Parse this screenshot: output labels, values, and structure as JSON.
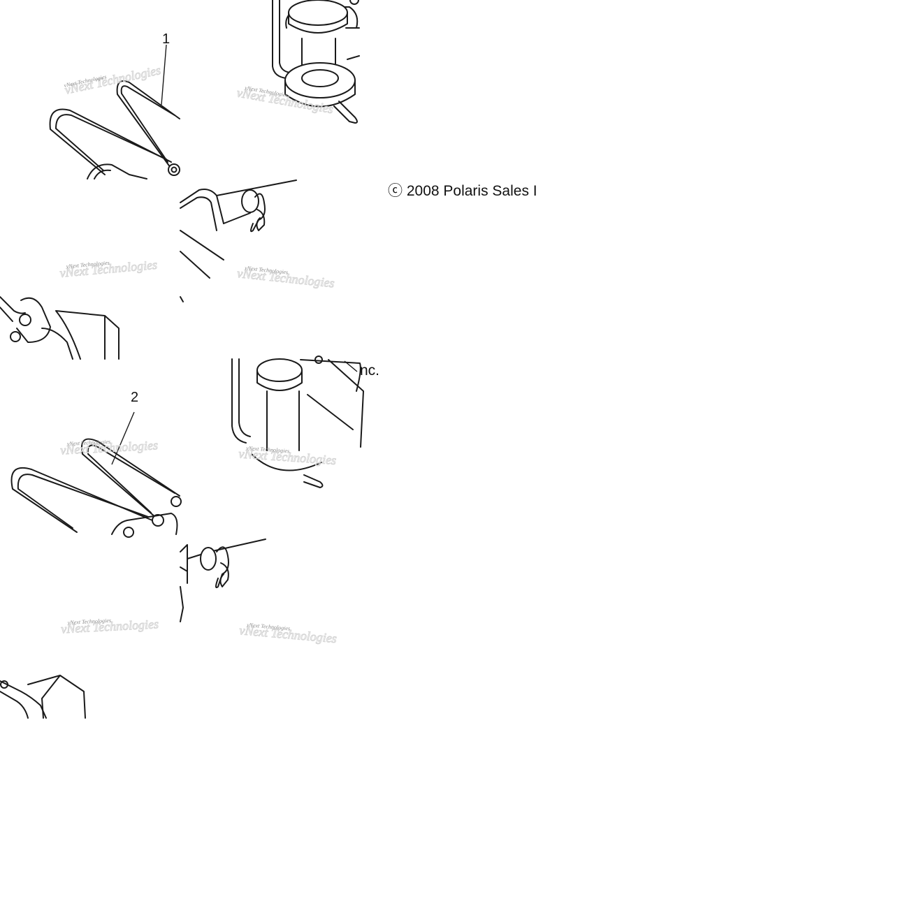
{
  "callouts": {
    "one": "1",
    "two": "2"
  },
  "copyright": {
    "line_part1": "ⓒ 2008 Polaris Sales I",
    "line_part2": "nc."
  },
  "watermark": {
    "text": "vNext Technologies"
  }
}
